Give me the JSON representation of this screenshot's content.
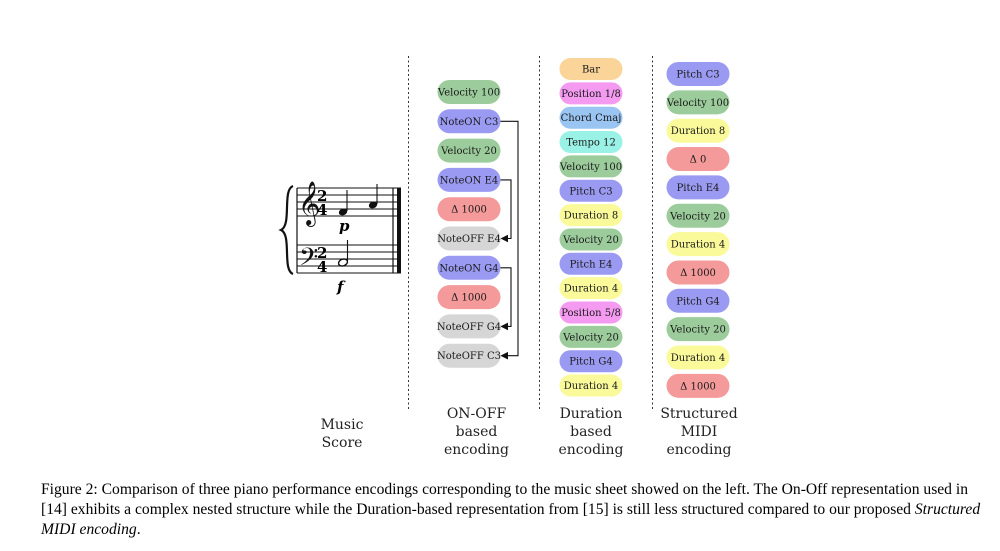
{
  "colors": {
    "velocity": "#9ccc9c",
    "pitch": "#9a9af2",
    "delta": "#f49a9a",
    "noteoff": "#d6d6d6",
    "bar": "#fbd49a",
    "position": "#f49af0",
    "chord": "#9ac4f2",
    "tempo": "#9af2e6",
    "duration": "#fafa9a"
  },
  "columns": {
    "onoff": {
      "label": [
        "ON-OFF",
        "based",
        "encoding"
      ],
      "tokens": [
        {
          "text": "Velocity 100",
          "kind": "velocity"
        },
        {
          "text": "NoteON C3",
          "kind": "pitch"
        },
        {
          "text": "Velocity 20",
          "kind": "velocity"
        },
        {
          "text": "NoteON E4",
          "kind": "pitch"
        },
        {
          "text": "Δ 1000",
          "kind": "delta"
        },
        {
          "text": "NoteOFF E4",
          "kind": "noteoff"
        },
        {
          "text": "NoteON G4",
          "kind": "pitch"
        },
        {
          "text": "Δ 1000",
          "kind": "delta"
        },
        {
          "text": "NoteOFF G4",
          "kind": "noteoff"
        },
        {
          "text": "NoteOFF C3",
          "kind": "noteoff"
        }
      ]
    },
    "duration": {
      "label": [
        "Duration",
        "based",
        "encoding"
      ],
      "tokens": [
        {
          "text": "Bar",
          "kind": "bar"
        },
        {
          "text": "Position 1/8",
          "kind": "position"
        },
        {
          "text": "Chord Cmaj",
          "kind": "chord"
        },
        {
          "text": "Tempo 12",
          "kind": "tempo"
        },
        {
          "text": "Velocity 100",
          "kind": "velocity"
        },
        {
          "text": "Pitch C3",
          "kind": "pitch"
        },
        {
          "text": "Duration 8",
          "kind": "duration"
        },
        {
          "text": "Velocity 20",
          "kind": "velocity"
        },
        {
          "text": "Pitch E4",
          "kind": "pitch"
        },
        {
          "text": "Duration 4",
          "kind": "duration"
        },
        {
          "text": "Position 5/8",
          "kind": "position"
        },
        {
          "text": "Velocity 20",
          "kind": "velocity"
        },
        {
          "text": "Pitch G4",
          "kind": "pitch"
        },
        {
          "text": "Duration 4",
          "kind": "duration"
        }
      ]
    },
    "structured": {
      "label": [
        "Structured",
        "MIDI",
        "encoding"
      ],
      "tokens": [
        {
          "text": "Pitch C3",
          "kind": "pitch"
        },
        {
          "text": "Velocity 100",
          "kind": "velocity"
        },
        {
          "text": "Duration 8",
          "kind": "duration"
        },
        {
          "text": "Δ 0",
          "kind": "delta"
        },
        {
          "text": "Pitch E4",
          "kind": "pitch"
        },
        {
          "text": "Velocity 20",
          "kind": "velocity"
        },
        {
          "text": "Duration 4",
          "kind": "duration"
        },
        {
          "text": "Δ 1000",
          "kind": "delta"
        },
        {
          "text": "Pitch G4",
          "kind": "pitch"
        },
        {
          "text": "Velocity 20",
          "kind": "velocity"
        },
        {
          "text": "Duration 4",
          "kind": "duration"
        },
        {
          "text": "Δ 1000",
          "kind": "delta"
        }
      ]
    }
  },
  "score": {
    "label": [
      "Music",
      "Score"
    ],
    "time_signature": [
      "2",
      "4"
    ],
    "dynamic_upper": "p",
    "dynamic_lower": "f"
  },
  "caption": {
    "prefix": "Figure 2: Comparison of three piano performance encodings corresponding to the music sheet showed on the left. The On-Off representation used in [14] exhibits a complex nested structure while the Duration-based representation from [15] is still less structured compared to our proposed ",
    "emph": "Structured MIDI encoding",
    "suffix": "."
  }
}
